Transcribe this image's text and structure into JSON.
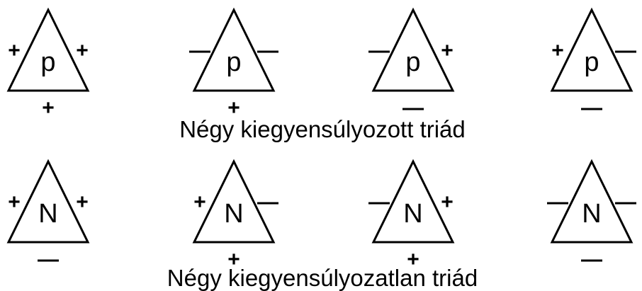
{
  "rows": [
    {
      "caption": "Négy kiegyensúlyozott triád",
      "triads": [
        {
          "label": "p",
          "left": "+",
          "right": "+",
          "bottom": "+"
        },
        {
          "label": "p",
          "left": "—",
          "right": "—",
          "bottom": "+"
        },
        {
          "label": "p",
          "left": "—",
          "right": "+",
          "bottom": "—"
        },
        {
          "label": "p",
          "left": "+",
          "right": "—",
          "bottom": "—"
        }
      ]
    },
    {
      "caption": "Négy kiegyensúlyozatlan triád",
      "triads": [
        {
          "label": "N",
          "left": "+",
          "right": "+",
          "bottom": "—"
        },
        {
          "label": "N",
          "left": "+",
          "right": "—",
          "bottom": "+"
        },
        {
          "label": "N",
          "left": "—",
          "right": "+",
          "bottom": "+"
        },
        {
          "label": "N",
          "left": "—",
          "right": "—",
          "bottom": "—"
        }
      ]
    }
  ]
}
